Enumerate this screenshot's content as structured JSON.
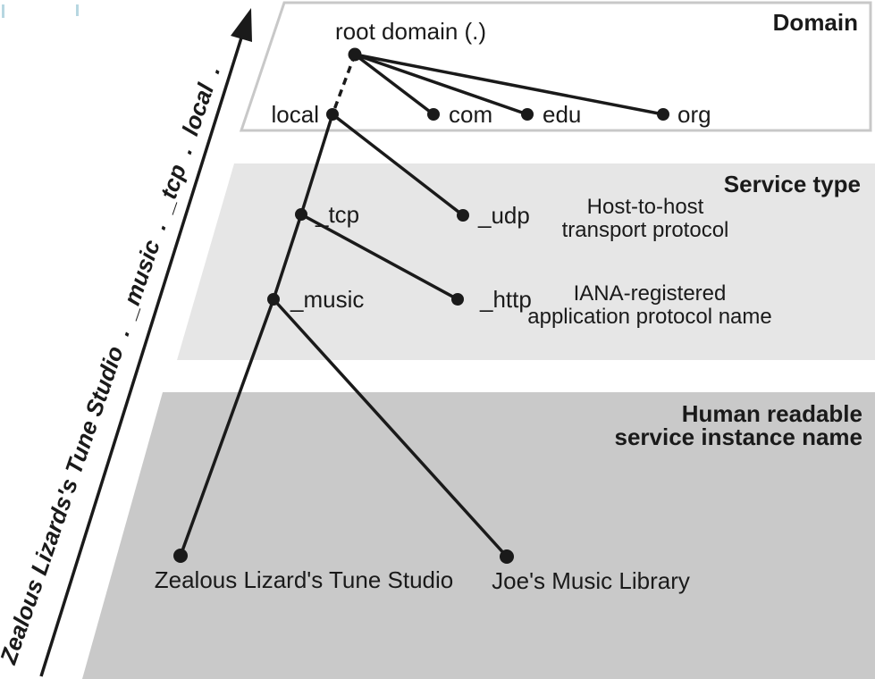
{
  "figure": {
    "description": "DNS-SD service naming tree diagram"
  },
  "bands": {
    "domain": {
      "title": "Domain"
    },
    "service": {
      "title": "Service type"
    },
    "instance": {
      "title_line1": "Human readable",
      "title_line2": "service instance name"
    }
  },
  "tree": {
    "nodes": {
      "root_domain": "root domain (.)",
      "local": "local",
      "com": "com",
      "edu": "edu",
      "org": "org",
      "tcp": "_tcp",
      "udp": "_udp",
      "music": "_music",
      "http": "_http",
      "zealous": "Zealous Lizard's Tune Studio",
      "joes": "Joe's Music Library"
    }
  },
  "annotations": {
    "transport": {
      "line1": "Host-to-host",
      "line2": "transport protocol"
    },
    "application": {
      "line1": "IANA-registered",
      "line2": "application protocol name"
    }
  },
  "fqdn_label": "Zealous Lizards's Tune Studio  .  _music  .  _tcp  .  local  .",
  "colors": {
    "ink": "#1a1a1a",
    "domain_band_border": "#c8c8c8",
    "service_band_fill": "#e6e6e6",
    "instance_band_fill": "#c9c9c9",
    "artifact_blue": "#b7d7e1"
  }
}
